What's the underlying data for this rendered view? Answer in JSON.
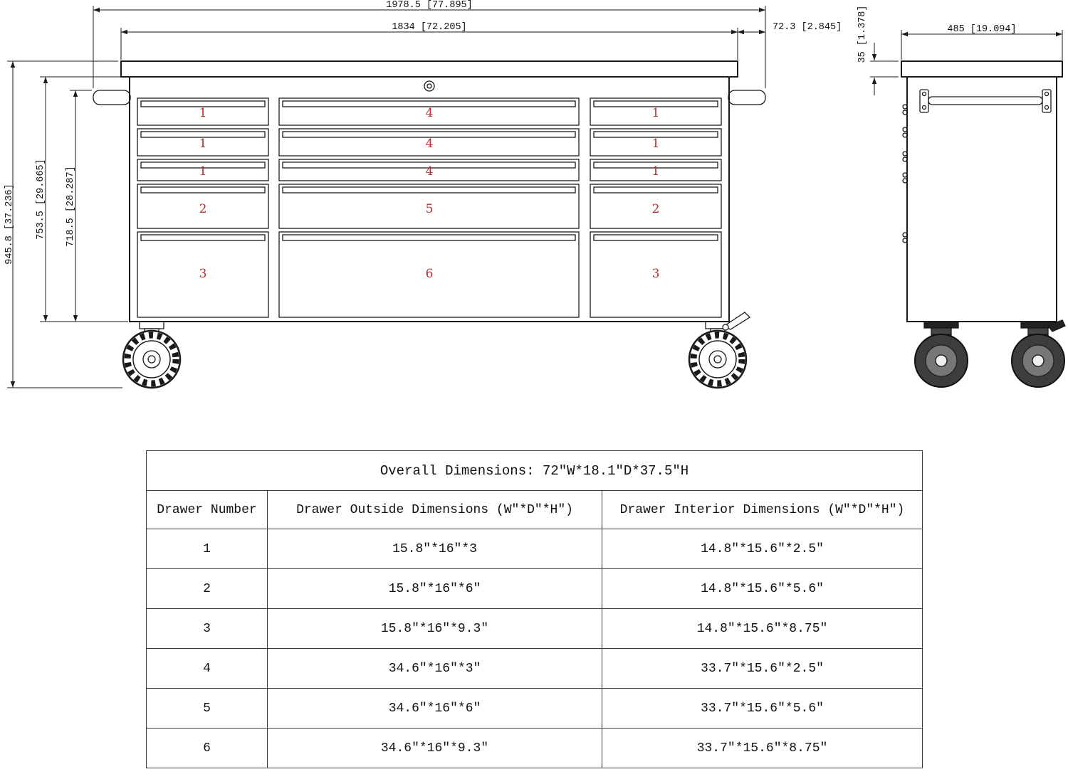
{
  "front_view": {
    "dim_overall_width": "1978.5 [77.895]",
    "dim_top_width": "1834 [72.205]",
    "dim_handle": "72.3 [2.845]",
    "dim_overall_height": "945.8 [37.236]",
    "dim_upper_height": "753.5 [29.665]",
    "dim_body_height": "718.5 [28.287]",
    "drawers": {
      "left": [
        "1",
        "1",
        "1",
        "2",
        "3"
      ],
      "middle": [
        "4",
        "4",
        "4",
        "5",
        "6"
      ],
      "right": [
        "1",
        "1",
        "1",
        "2",
        "3"
      ]
    }
  },
  "side_view": {
    "dim_depth": "485 [19.094]",
    "dim_top_thickness": "35 [1.378]"
  },
  "table": {
    "title": "Overall Dimensions: 72″W*18.1″D*37.5″H",
    "headers": [
      "Drawer Number",
      "Drawer Outside Dimensions (W″*D″*H″)",
      "Drawer Interior Dimensions (W″*D″*H″)"
    ],
    "rows": [
      [
        "1",
        "15.8″*16″*3",
        "14.8″*15.6″*2.5″"
      ],
      [
        "2",
        "15.8″*16″*6″",
        "14.8″*15.6″*5.6″"
      ],
      [
        "3",
        "15.8″*16″*9.3″",
        "14.8″*15.6″*8.75″"
      ],
      [
        "4",
        "34.6″*16″*3″",
        "33.7″*15.6″*2.5″"
      ],
      [
        "5",
        "34.6″*16″*6″",
        "33.7″*15.6″*5.6″"
      ],
      [
        "6",
        "34.6″*16″*9.3″",
        "33.7″*15.6″*8.75″"
      ]
    ]
  }
}
